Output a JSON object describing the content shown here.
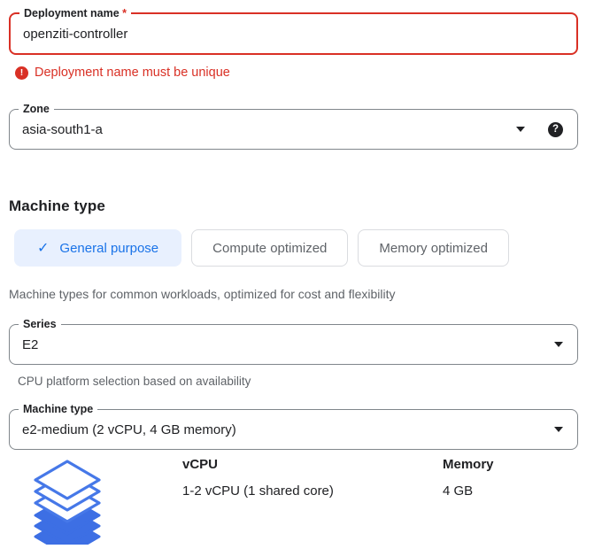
{
  "colors": {
    "error_red": "#d93025",
    "text_dark": "#202124",
    "text_gray": "#5f6368",
    "field_border_gray": "#80868b",
    "tab_selected_bg": "#e8f0fe",
    "tab_selected_text": "#1a73e8",
    "tab_border": "#dadce0",
    "layers_blue_stroke": "#4678e8",
    "layers_blue_fill": "#3d6fe4"
  },
  "deployment_field": {
    "label": "Deployment name",
    "required_marker": "*",
    "value": "openziti-controller",
    "error_icon": "!",
    "error_message": "Deployment name must be unique"
  },
  "zone_field": {
    "label": "Zone",
    "value": "asia-south1-a",
    "help_icon": "?"
  },
  "machine_type_section": {
    "heading": "Machine type",
    "tabs": [
      {
        "label": "General purpose",
        "selected": true,
        "check_icon": "✓"
      },
      {
        "label": "Compute optimized",
        "selected": false
      },
      {
        "label": "Memory optimized",
        "selected": false
      }
    ],
    "description": "Machine types for common workloads, optimized for cost and flexibility",
    "series_field": {
      "label": "Series",
      "value": "E2",
      "helper_text": "CPU platform selection based on availability"
    },
    "machine_type_field": {
      "label": "Machine type",
      "value": "e2-medium (2 vCPU, 4 GB memory)"
    },
    "selected_machine_summary": {
      "vcpu_label": "vCPU",
      "vcpu_value": "1-2 vCPU (1 shared core)",
      "memory_label": "Memory",
      "memory_value": "4 GB"
    }
  }
}
